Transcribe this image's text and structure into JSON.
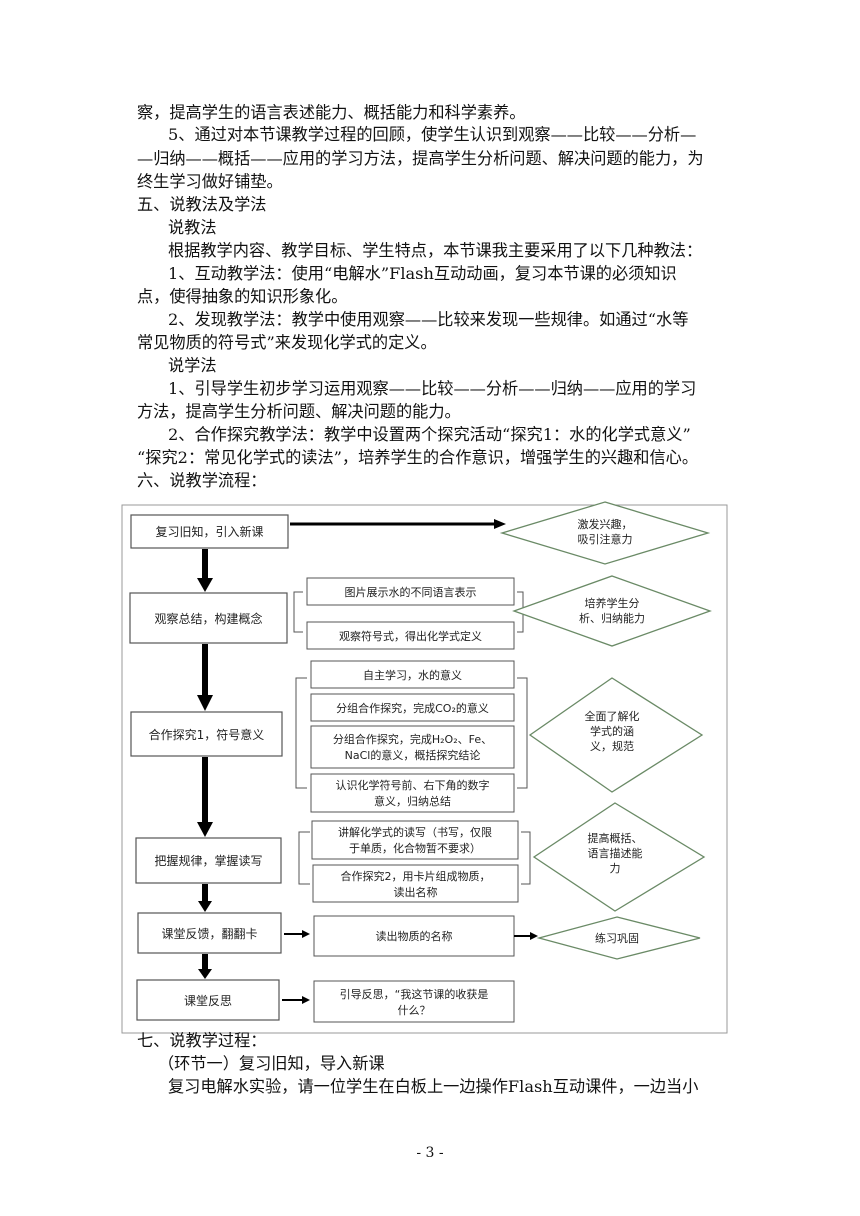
{
  "text_lines": [
    {
      "text": "察，提高学生的语言表述能力、概括能力和科学素养。"
    },
    {
      "text": "5、通过对本节课教学过程的回顾，使学生认识到观察——比较——分析—"
    },
    {
      "text": "—归纳——概括——应用的学习方法，提高学生分析问题、解决问题的能力，为"
    },
    {
      "text": "终生学习做好铺垫。"
    },
    {
      "text": "五、说教法及学法"
    },
    {
      "text": "说教法"
    },
    {
      "text": "根据教学内容、教学目标、学生特点，本节课我主要采用了以下几种教法："
    },
    {
      "text": "1、互动教学法：使用“电解水”Flash互动动画，复习本节课的必须知识"
    },
    {
      "text": "点，使得抽象的知识形象化。"
    },
    {
      "text": "2、发现教学法：教学中使用观察——比较来发现一些规律。如通过“水等"
    },
    {
      "text": "常见物质的符号式”来发现化学式的定义。"
    },
    {
      "text": "说学法"
    },
    {
      "text": "1、引导学生初步学习运用观察——比较——分析——归纳——应用的学习"
    },
    {
      "text": "方法，提高学生分析问题、解决问题的能力。"
    },
    {
      "text": "2、合作探究教学法：教学中设置两个探究活动“探究1：水的化学式意义”"
    },
    {
      "text": "“探究2：常见化学式的读法”，培养学生的合作意识，增强学生的兴趣和信心。"
    },
    {
      "text": "六、说教学流程："
    }
  ],
  "flowchart": {
    "left_boxes": [
      "复习旧知，引入新课",
      "观察总结，构建概念",
      "合作探究1，符号意义",
      "把握规律，掌握读写",
      "课堂反馈，翻翻卡",
      "课堂反思"
    ],
    "middle_boxes": [
      [
        "图片展示水的不同语言表示"
      ],
      [
        "观察符号式，得出化学式定义"
      ],
      [
        "自主学习，水的意义"
      ],
      [
        "分组合作探究，完成CO₂的意义"
      ],
      [
        "分组合作探究，完成H₂O₂、Fe、",
        "NaCl的意义，概括探究结论"
      ],
      [
        "认识化学符号前、右下角的数字",
        "意义，归纳总结"
      ],
      [
        "讲解化学式的读写（书写，仅限",
        "于单质，化合物暂不要求）"
      ],
      [
        "合作探究2，用卡片组成物质，",
        "读出名称"
      ],
      [
        "读出物质的名称"
      ],
      [
        "引导反思，“我这节课的收获是",
        "什么？"
      ]
    ],
    "diamonds": [
      [
        "激发兴趣，",
        "吸引注意力"
      ],
      [
        "培养学生分",
        "析、归纳能力"
      ],
      [
        "全面了解化",
        "学式的涵",
        "义，规范"
      ],
      [
        "提高概括、",
        "语言描述能",
        "力"
      ],
      [
        "练习巩固"
      ]
    ]
  },
  "text_lines_after": [
    {
      "text": "七、说教学过程："
    },
    {
      "text": "（环节一）复习旧知，导入新课"
    },
    {
      "text": "复习电解水实验，请一位学生在白板上一边操作Flash互动课件，一边当小"
    }
  ],
  "page_number": "- 3 -"
}
